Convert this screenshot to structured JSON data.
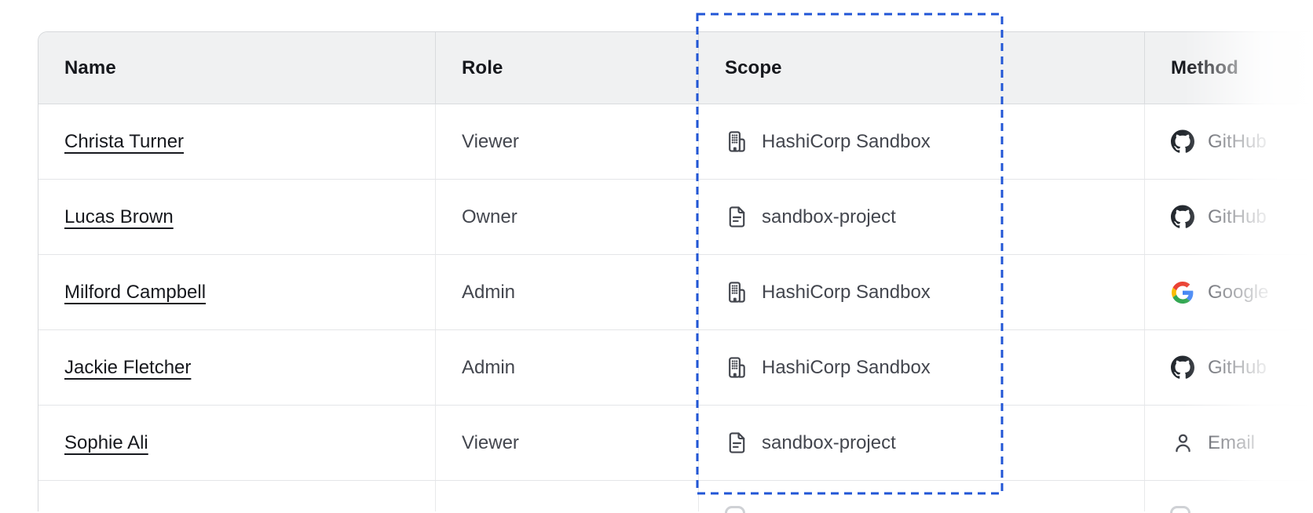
{
  "table": {
    "columns": [
      {
        "id": "name",
        "label": "Name"
      },
      {
        "id": "role",
        "label": "Role"
      },
      {
        "id": "scope",
        "label": "Scope"
      },
      {
        "id": "method",
        "label": "Method"
      }
    ],
    "rows": [
      {
        "name": "Christa Turner",
        "role": "Viewer",
        "scope": {
          "icon": "org-icon",
          "label": "HashiCorp Sandbox"
        },
        "method": {
          "icon": "github-icon",
          "label": "GitHub"
        }
      },
      {
        "name": "Lucas Brown",
        "role": "Owner",
        "scope": {
          "icon": "file-icon",
          "label": "sandbox-project"
        },
        "method": {
          "icon": "github-icon",
          "label": "GitHub"
        }
      },
      {
        "name": "Milford Campbell",
        "role": "Admin",
        "scope": {
          "icon": "org-icon",
          "label": "HashiCorp Sandbox"
        },
        "method": {
          "icon": "google-icon",
          "label": "Google"
        }
      },
      {
        "name": "Jackie Fletcher",
        "role": "Admin",
        "scope": {
          "icon": "org-icon",
          "label": "HashiCorp Sandbox"
        },
        "method": {
          "icon": "github-icon",
          "label": "GitHub"
        }
      },
      {
        "name": "Sophie Ali",
        "role": "Viewer",
        "scope": {
          "icon": "file-icon",
          "label": "sandbox-project"
        },
        "method": {
          "icon": "person-icon",
          "label": "Email"
        }
      }
    ]
  },
  "annotation": {
    "type": "dashed-focus-rectangle",
    "target_column": "Scope",
    "color": "#2156d6"
  },
  "colors": {
    "header_bg": "#f0f1f2",
    "body_text": "#43464e",
    "heading_text": "#16181d",
    "github_mark": "#24292f"
  }
}
